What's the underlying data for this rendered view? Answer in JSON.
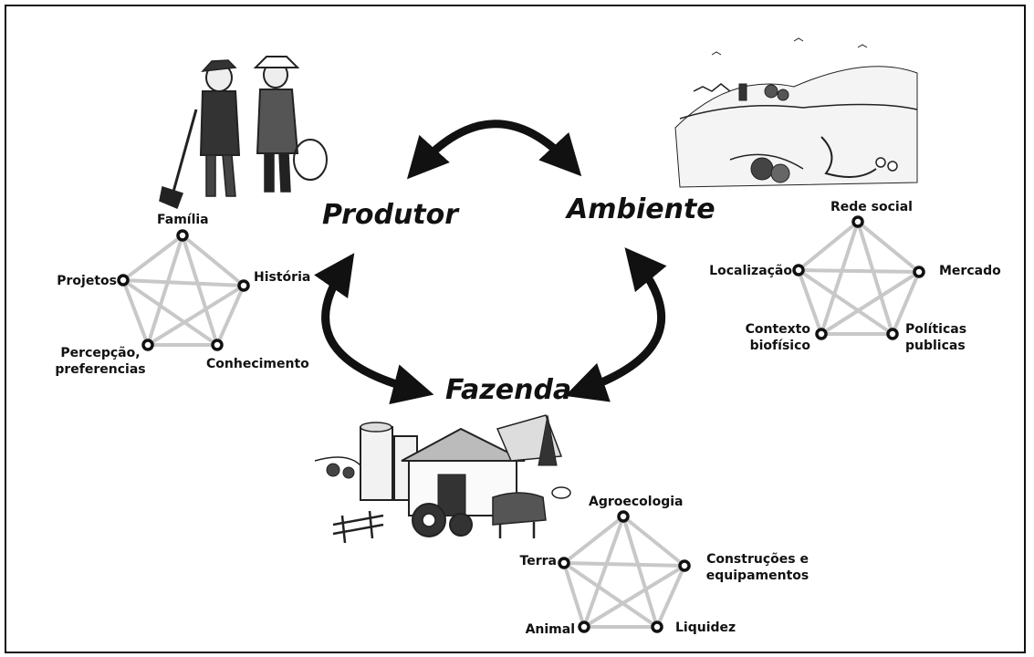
{
  "titles": {
    "produtor": "Produtor",
    "ambiente": "Ambiente",
    "fazenda": "Fazenda"
  },
  "produtor_factors": {
    "top": "Família",
    "right": "História",
    "bottom_right": "Conhecimento",
    "bottom_left": "Percepção,\npreferencias",
    "left": "Projetos"
  },
  "ambiente_factors": {
    "top": "Rede social",
    "right": "Mercado",
    "bottom_right": "Políticas\npublicas",
    "bottom_left": "Contexto\nbiofísico",
    "left": "Localização"
  },
  "fazenda_factors": {
    "top": "Agroecologia",
    "right": "Construções e\nequipamentos",
    "bottom_right": "Liquidez",
    "bottom_left": "Animal",
    "left": "Terra"
  },
  "icons": {
    "producers": "farmers-illustration",
    "environment": "landscape-illustration",
    "farm": "farm-illustration"
  }
}
